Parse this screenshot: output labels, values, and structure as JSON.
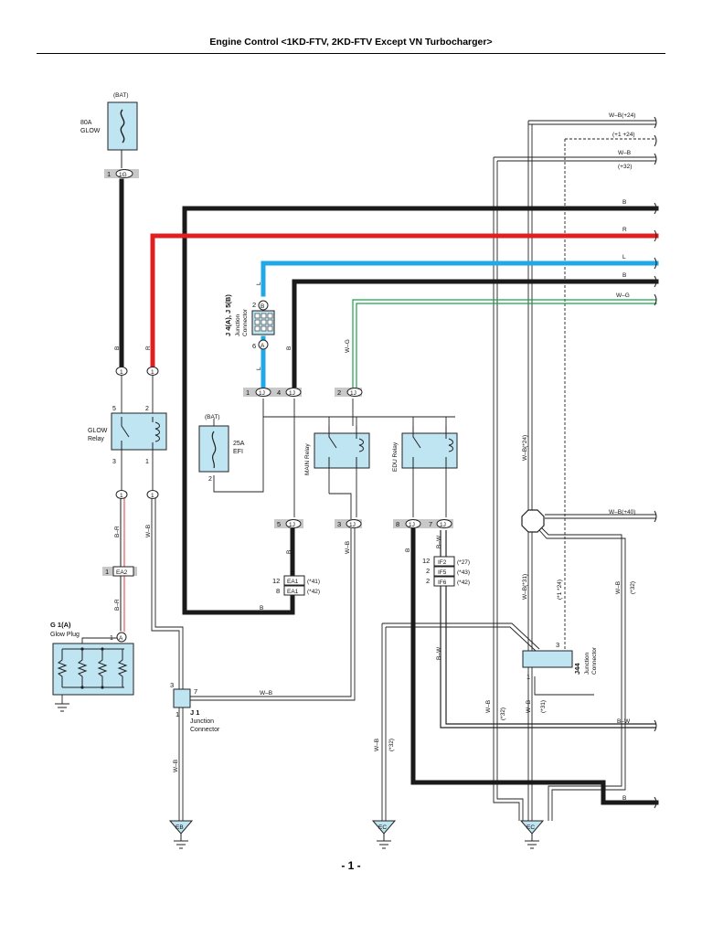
{
  "title": "Engine Control <1KD-FTV, 2KD-FTV Except VN Turbocharger>",
  "page_number": "- 1 -",
  "colors": {
    "black_wire": "#1a1a1a",
    "red_wire": "#e02020",
    "blue_wire": "#20a8e8",
    "green_wire": "#1aa04a",
    "pink_wire": "#e8a0a0",
    "component_fill": "#bfe4f2",
    "connector_fill": "#c8c8c8"
  },
  "components": {
    "glow_fuse": {
      "supply": "(BAT)",
      "rating": "80A",
      "name": "GLOW"
    },
    "efi_fuse": {
      "supply": "(BAT)",
      "rating": "25A",
      "name": "EFI"
    },
    "glow_relay": {
      "name": "GLOW",
      "sub": "Relay",
      "pins": [
        "5",
        "2",
        "3",
        "1"
      ]
    },
    "main_relay": {
      "name": "MAIN Relay"
    },
    "edu_relay": {
      "name": "EDU Relay"
    },
    "glow_plug": {
      "id": "G 1(A)",
      "name": "Glow Plug",
      "pin": "1",
      "pin_letter": "A"
    },
    "j4_j5": {
      "id": "J 4(A), J 5(B)",
      "name": "Junction",
      "sub": "Connector",
      "pins": [
        "2",
        "6"
      ],
      "letters": [
        "B",
        "A"
      ]
    },
    "j1": {
      "id": "J 1",
      "name": "Junction",
      "sub": "Connector",
      "pins": [
        "3",
        "7",
        "1"
      ]
    },
    "j44": {
      "id": "J44",
      "name": "Junction",
      "sub": "Connector",
      "pins": [
        "3",
        "1"
      ]
    }
  },
  "connectors": {
    "c1g": {
      "pin": "1",
      "id": "1G"
    },
    "c1j_a": {
      "pin": "1",
      "id": "1J"
    },
    "c1j_b": {
      "pin": "4",
      "id": "1J"
    },
    "c1j_c": {
      "pin": "2",
      "id": "1J"
    },
    "c1j_d": {
      "pin": "5",
      "id": "1J"
    },
    "c1j_e": {
      "pin": "3",
      "id": "1J"
    },
    "c1j_f": {
      "pin": "8",
      "id": "1J"
    },
    "c1j_g": {
      "pin": "7",
      "id": "1J"
    },
    "ea2": {
      "pin": "1",
      "id": "EA2"
    },
    "ea1_a": {
      "pin": "12",
      "id": "EA1",
      "ref": "(*41)"
    },
    "ea1_b": {
      "pin": "8",
      "id": "EA1",
      "ref": "(*42)"
    },
    "if2": {
      "pin": "12",
      "id": "IF2",
      "ref": "(*27)"
    },
    "if5": {
      "pin": "2",
      "id": "IF5",
      "ref": "(*43)"
    },
    "if6": {
      "pin": "2",
      "id": "IF6",
      "ref": "(*42)"
    }
  },
  "pins": {
    "one": "1",
    "two": "2"
  },
  "wire_labels": {
    "b": "B",
    "r": "R",
    "l": "L",
    "wg": "W–G",
    "wb": "W–B",
    "bw": "B–W",
    "br": "B–R",
    "wb24": "W–B(+24)",
    "p1_24": "(+1 +24)",
    "wb_right": "W–B",
    "p32": "(+32)",
    "wb40": "W–B(+40)",
    "wb_vert24": "W–B(*24)",
    "wb_vert31": "W–B(*31)",
    "p1_24_v": "(*1 *24)",
    "p32_v": "(*32)",
    "p31_v": "(*31)"
  },
  "grounds": [
    "EB",
    "EC",
    "EC"
  ]
}
